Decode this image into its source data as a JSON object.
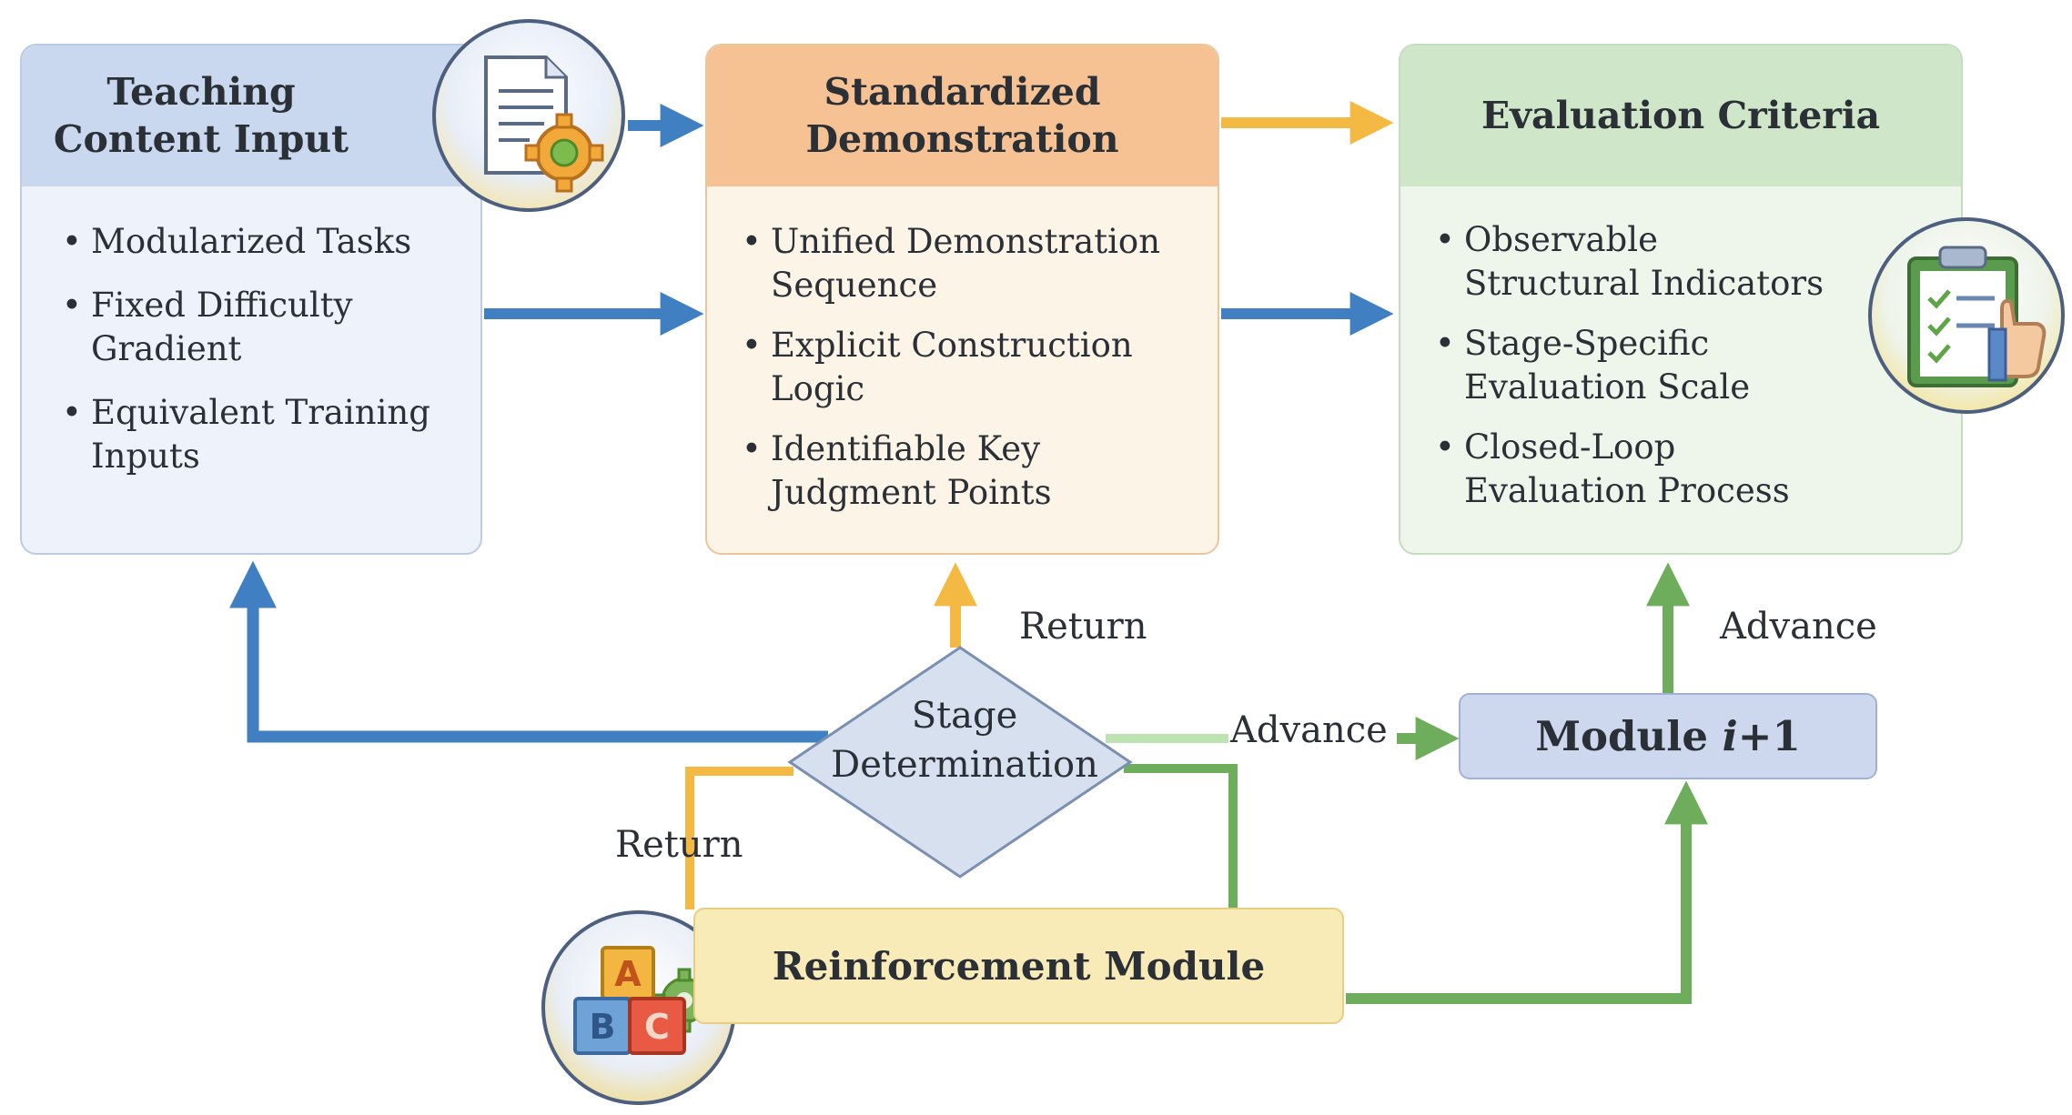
{
  "boxes": {
    "teaching": {
      "title": "Teaching Content Input",
      "items": [
        "Modularized Tasks",
        "Fixed Difficulty Gradient",
        "Equivalent Training Inputs"
      ]
    },
    "demonstration": {
      "title": "Standardized Demonstration",
      "items": [
        "Unified Demonstration Sequence",
        "Explicit Construction Logic",
        "Identifiable Key Judgment Points"
      ]
    },
    "evaluation": {
      "title": "Evaluation Criteria",
      "items": [
        "Observable Structural Indicators",
        "Stage-Specific Evaluation Scale",
        "Closed-Loop Evaluation Process"
      ]
    },
    "module_next": {
      "prefix": "Module ",
      "var": "i",
      "suffix": "+1"
    },
    "reinforcement": {
      "title": "Reinforcement Module"
    }
  },
  "decision": {
    "line1": "Stage",
    "line2": "Determination"
  },
  "edge_labels": {
    "return_top": "Return",
    "return_left": "Return",
    "advance_mid": "Advance",
    "advance_right": "Advance"
  },
  "colors": {
    "blue_arrow": "#3f7fc2",
    "orange_arrow": "#f4b942",
    "green_arrow": "#6ead5c",
    "light_green_line": "#bfe2b3"
  },
  "icons": {
    "teaching": "document-gear-icon",
    "evaluation": "clipboard-thumbs-up-icon",
    "reinforcement": "abc-blocks-gear-icon"
  }
}
